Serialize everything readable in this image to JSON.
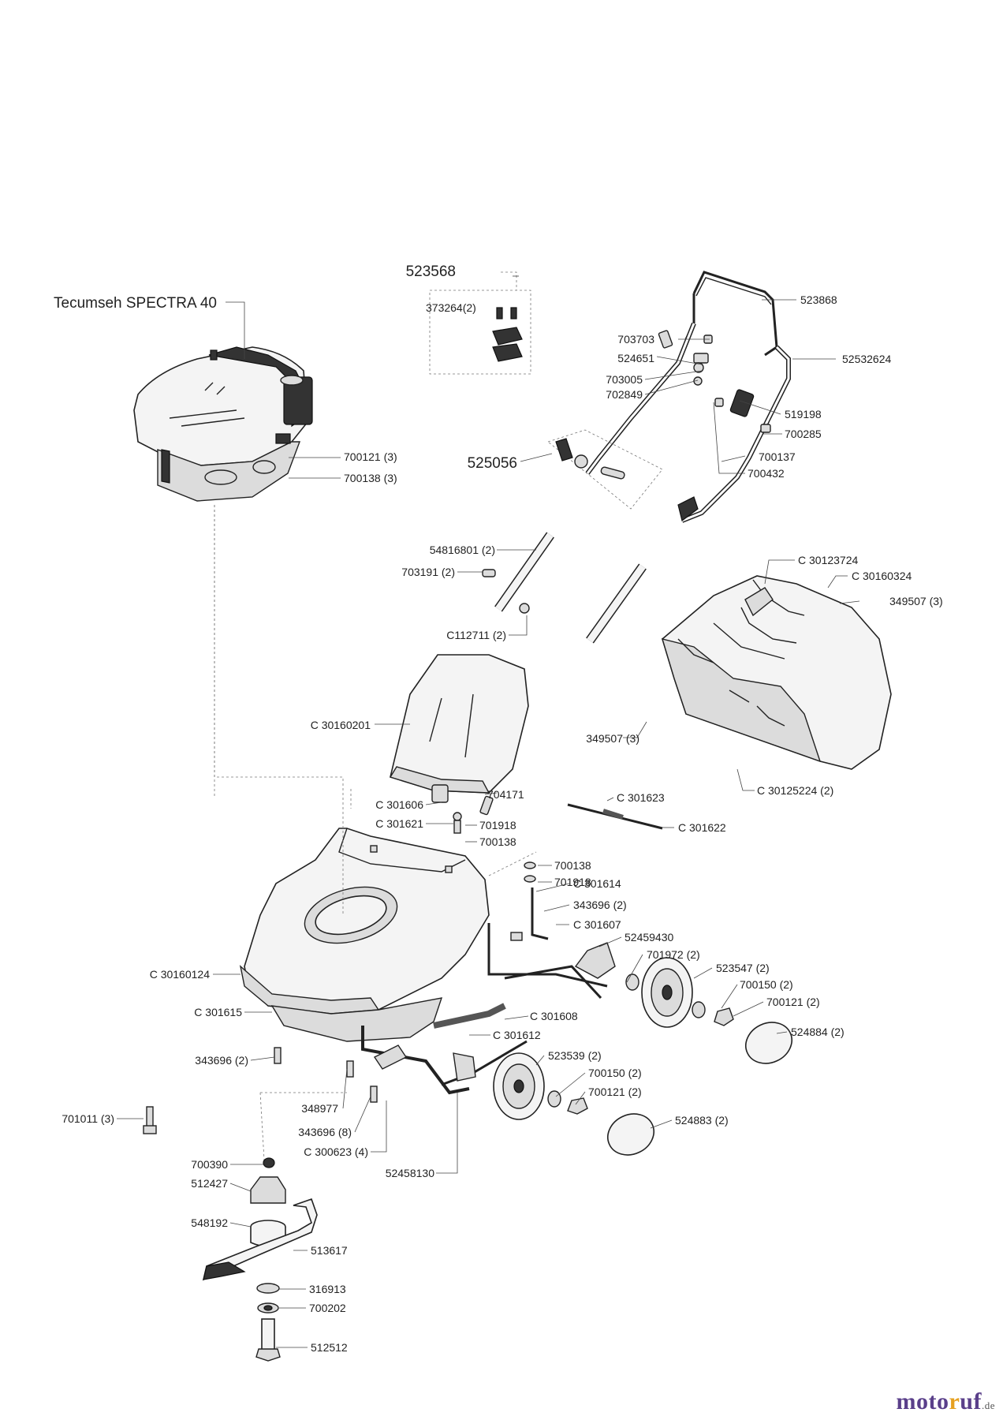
{
  "engine_label": "Tecumseh SPECTRA 40",
  "brand": {
    "part1": "moto",
    "part2": "r",
    "part3": "uf",
    "tld": ".de"
  },
  "labels": [
    {
      "id": "523568",
      "text": "523568"
    },
    {
      "id": "373264",
      "text": "373264(2)"
    },
    {
      "id": "523868",
      "text": "523868"
    },
    {
      "id": "703703",
      "text": "703703"
    },
    {
      "id": "524651",
      "text": "524651"
    },
    {
      "id": "52532624",
      "text": "52532624"
    },
    {
      "id": "703005",
      "text": "703005"
    },
    {
      "id": "702849",
      "text": "702849"
    },
    {
      "id": "519198",
      "text": "519198"
    },
    {
      "id": "700285",
      "text": "700285"
    },
    {
      "id": "700121-top",
      "text": "700121 (3)"
    },
    {
      "id": "700138-top",
      "text": "700138 (3)"
    },
    {
      "id": "525056",
      "text": "525056"
    },
    {
      "id": "700137",
      "text": "700137"
    },
    {
      "id": "700432",
      "text": "700432"
    },
    {
      "id": "54816801",
      "text": "54816801 (2)"
    },
    {
      "id": "703191",
      "text": "703191 (2)"
    },
    {
      "id": "C112711",
      "text": "C112711 (2)"
    },
    {
      "id": "C30123724",
      "text": "C 30123724"
    },
    {
      "id": "C30160324",
      "text": "C 30160324"
    },
    {
      "id": "349507-right",
      "text": "349507 (3)"
    },
    {
      "id": "349507-left",
      "text": "349507 (3)"
    },
    {
      "id": "C30160201",
      "text": "C 30160201"
    },
    {
      "id": "C30125224",
      "text": "C 30125224 (2)"
    },
    {
      "id": "C301606",
      "text": "C 301606"
    },
    {
      "id": "C301621",
      "text": "C 301621"
    },
    {
      "id": "704171",
      "text": "704171"
    },
    {
      "id": "701918-a",
      "text": "701918"
    },
    {
      "id": "700138-a",
      "text": "700138"
    },
    {
      "id": "C301623",
      "text": "C 301623"
    },
    {
      "id": "C301622",
      "text": "C 301622"
    },
    {
      "id": "700138-b",
      "text": "700138"
    },
    {
      "id": "701918-b",
      "text": "701918"
    },
    {
      "id": "C301614",
      "text": "C 301614"
    },
    {
      "id": "343696-b",
      "text": "343696 (2)"
    },
    {
      "id": "C301607",
      "text": "C 301607"
    },
    {
      "id": "52459430",
      "text": "52459430"
    },
    {
      "id": "701972",
      "text": "701972 (2)"
    },
    {
      "id": "523547",
      "text": "523547 (2)"
    },
    {
      "id": "700150-a",
      "text": "700150 (2)"
    },
    {
      "id": "700121-a",
      "text": "700121 (2)"
    },
    {
      "id": "524884",
      "text": "524884 (2)"
    },
    {
      "id": "C30160124",
      "text": "C 30160124"
    },
    {
      "id": "C301615",
      "text": "C 301615"
    },
    {
      "id": "C301608",
      "text": "C 301608"
    },
    {
      "id": "C301612",
      "text": "C 301612"
    },
    {
      "id": "343696-a",
      "text": "343696 (2)"
    },
    {
      "id": "523539",
      "text": "523539 (2)"
    },
    {
      "id": "700150-b",
      "text": "700150 (2)"
    },
    {
      "id": "700121-b",
      "text": "700121 (2)"
    },
    {
      "id": "524883",
      "text": "524883 (2)"
    },
    {
      "id": "701011",
      "text": "701011 (3)"
    },
    {
      "id": "348977",
      "text": "348977"
    },
    {
      "id": "343696-c",
      "text": "343696 (8)"
    },
    {
      "id": "C300623",
      "text": "C 300623 (4)"
    },
    {
      "id": "52458130",
      "text": "52458130"
    },
    {
      "id": "700390",
      "text": "700390"
    },
    {
      "id": "512427",
      "text": "512427"
    },
    {
      "id": "548192",
      "text": "548192"
    },
    {
      "id": "513617",
      "text": "513617"
    },
    {
      "id": "316913",
      "text": "316913"
    },
    {
      "id": "700202",
      "text": "700202"
    },
    {
      "id": "512512",
      "text": "512512"
    }
  ]
}
